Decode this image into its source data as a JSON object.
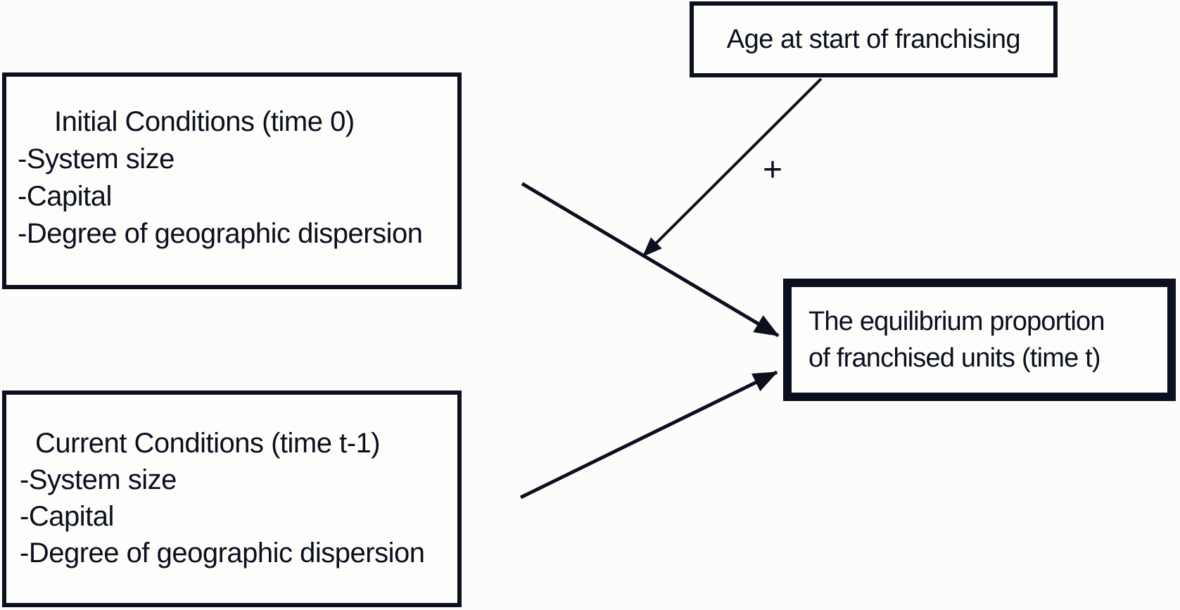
{
  "diagram": {
    "boxes": {
      "initial_conditions": {
        "title": "Initial Conditions (time 0)",
        "items": [
          "-System size",
          "-Capital",
          "-Degree of geographic dispersion"
        ]
      },
      "current_conditions": {
        "title": "Current Conditions (time t-1)",
        "items": [
          "-System size",
          "-Capital",
          "-Degree of geographic dispersion"
        ]
      },
      "age": {
        "label": "Age at start of franchising"
      },
      "outcome": {
        "line1": "The equilibrium proportion",
        "line2": "of franchised units (time t)"
      }
    },
    "annotations": {
      "plus_sign": "+"
    },
    "colors": {
      "ink": "#0b0f1e",
      "background": "#fcfcfb"
    }
  }
}
